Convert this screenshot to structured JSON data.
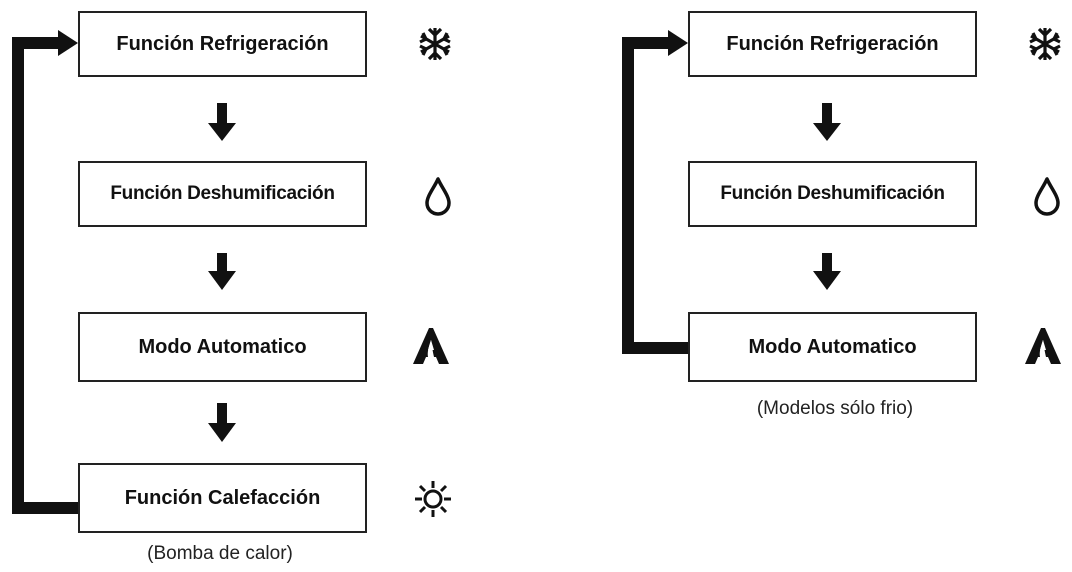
{
  "left_diagram": {
    "modes": [
      {
        "label": "Función Refrigeración",
        "icon": "snowflake-icon"
      },
      {
        "label": "Función Deshumificación",
        "icon": "water-drop-icon"
      },
      {
        "label": "Modo Automatico",
        "icon": "auto-mode-icon"
      },
      {
        "label": "Función Calefacción",
        "icon": "sun-icon"
      }
    ],
    "caption": "(Bomba de calor)"
  },
  "right_diagram": {
    "modes": [
      {
        "label": "Función Refrigeración",
        "icon": "snowflake-icon"
      },
      {
        "label": "Función Deshumificación",
        "icon": "water-drop-icon"
      },
      {
        "label": "Modo Automatico",
        "icon": "auto-mode-icon"
      }
    ],
    "caption": "(Modelos sólo frio)"
  },
  "colors": {
    "stroke": "#111111",
    "background": "#ffffff"
  }
}
